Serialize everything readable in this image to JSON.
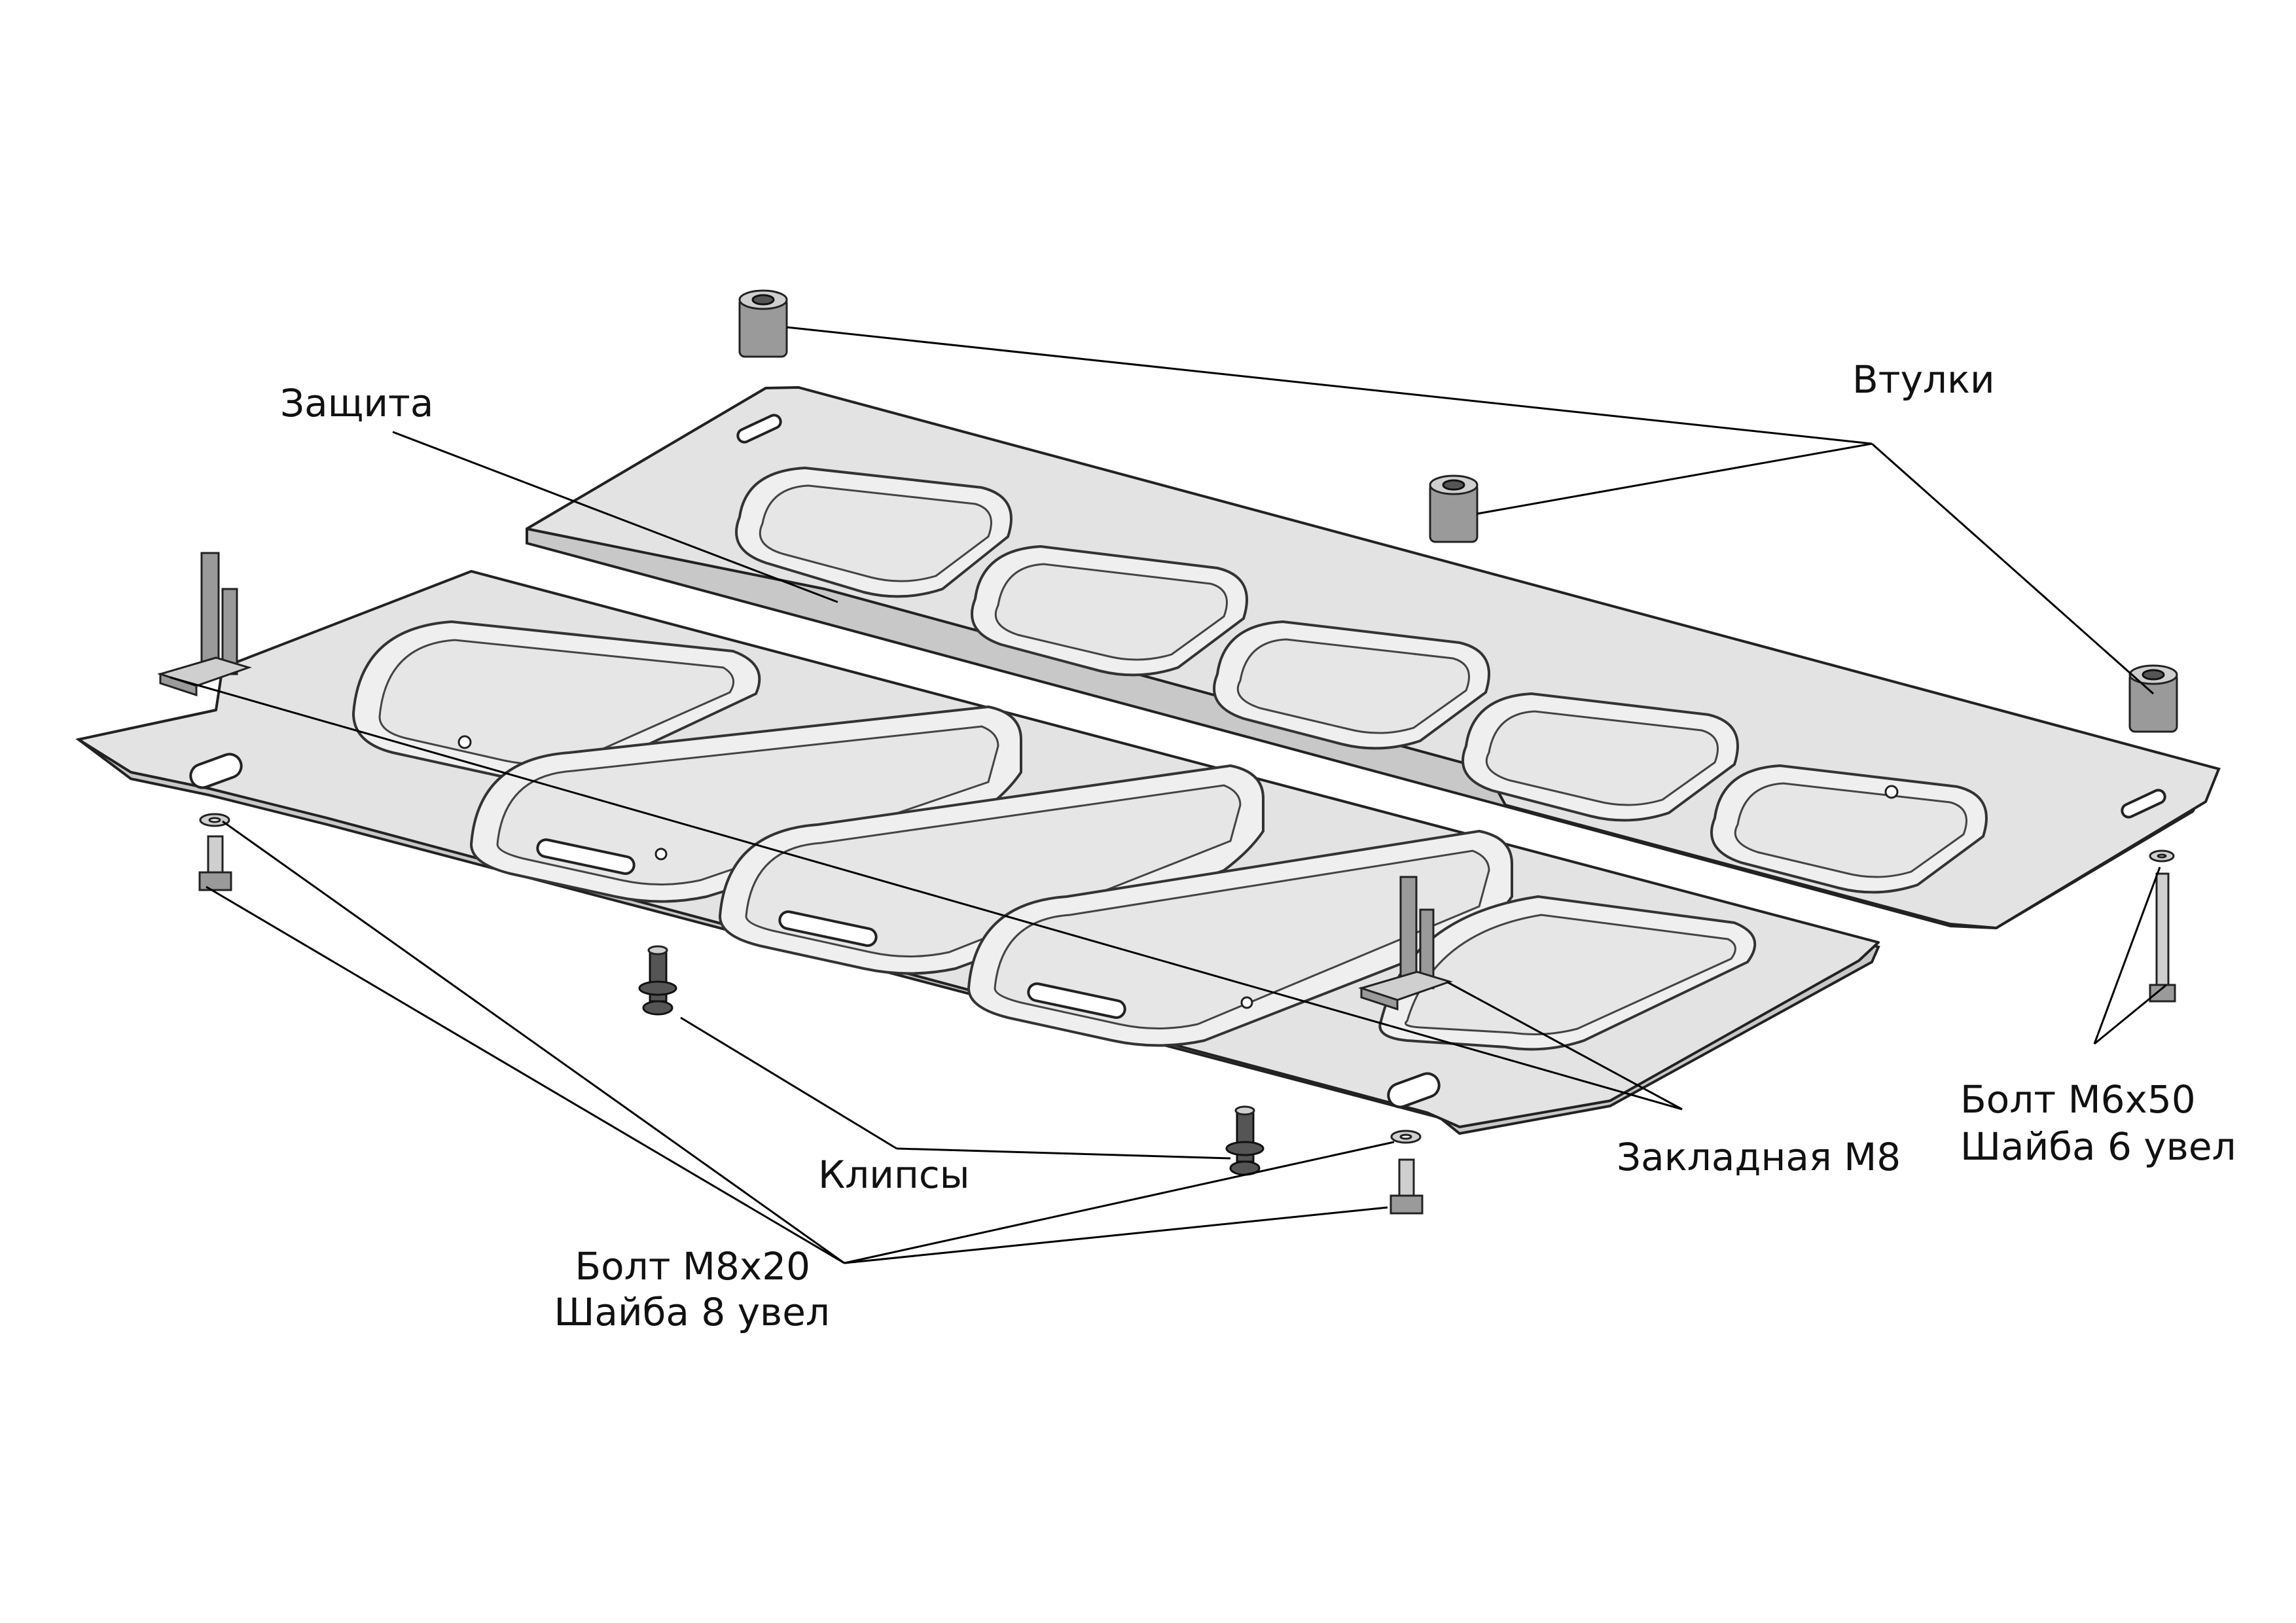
{
  "labels": {
    "shield": "Защита",
    "bushings": "Втулки",
    "clips": "Клипсы",
    "embedded": "Закладная М8",
    "bolt_m8_line1": "Болт М8х20",
    "bolt_m8_line2": "Шайба 8 увел",
    "bolt_m6_line1": "Болт М6х50",
    "bolt_m6_line2": "Шайба 6 увел"
  },
  "colors": {
    "plate": "#e3e3e3",
    "lines": "#000000",
    "hardware": "#9a9a9a"
  }
}
